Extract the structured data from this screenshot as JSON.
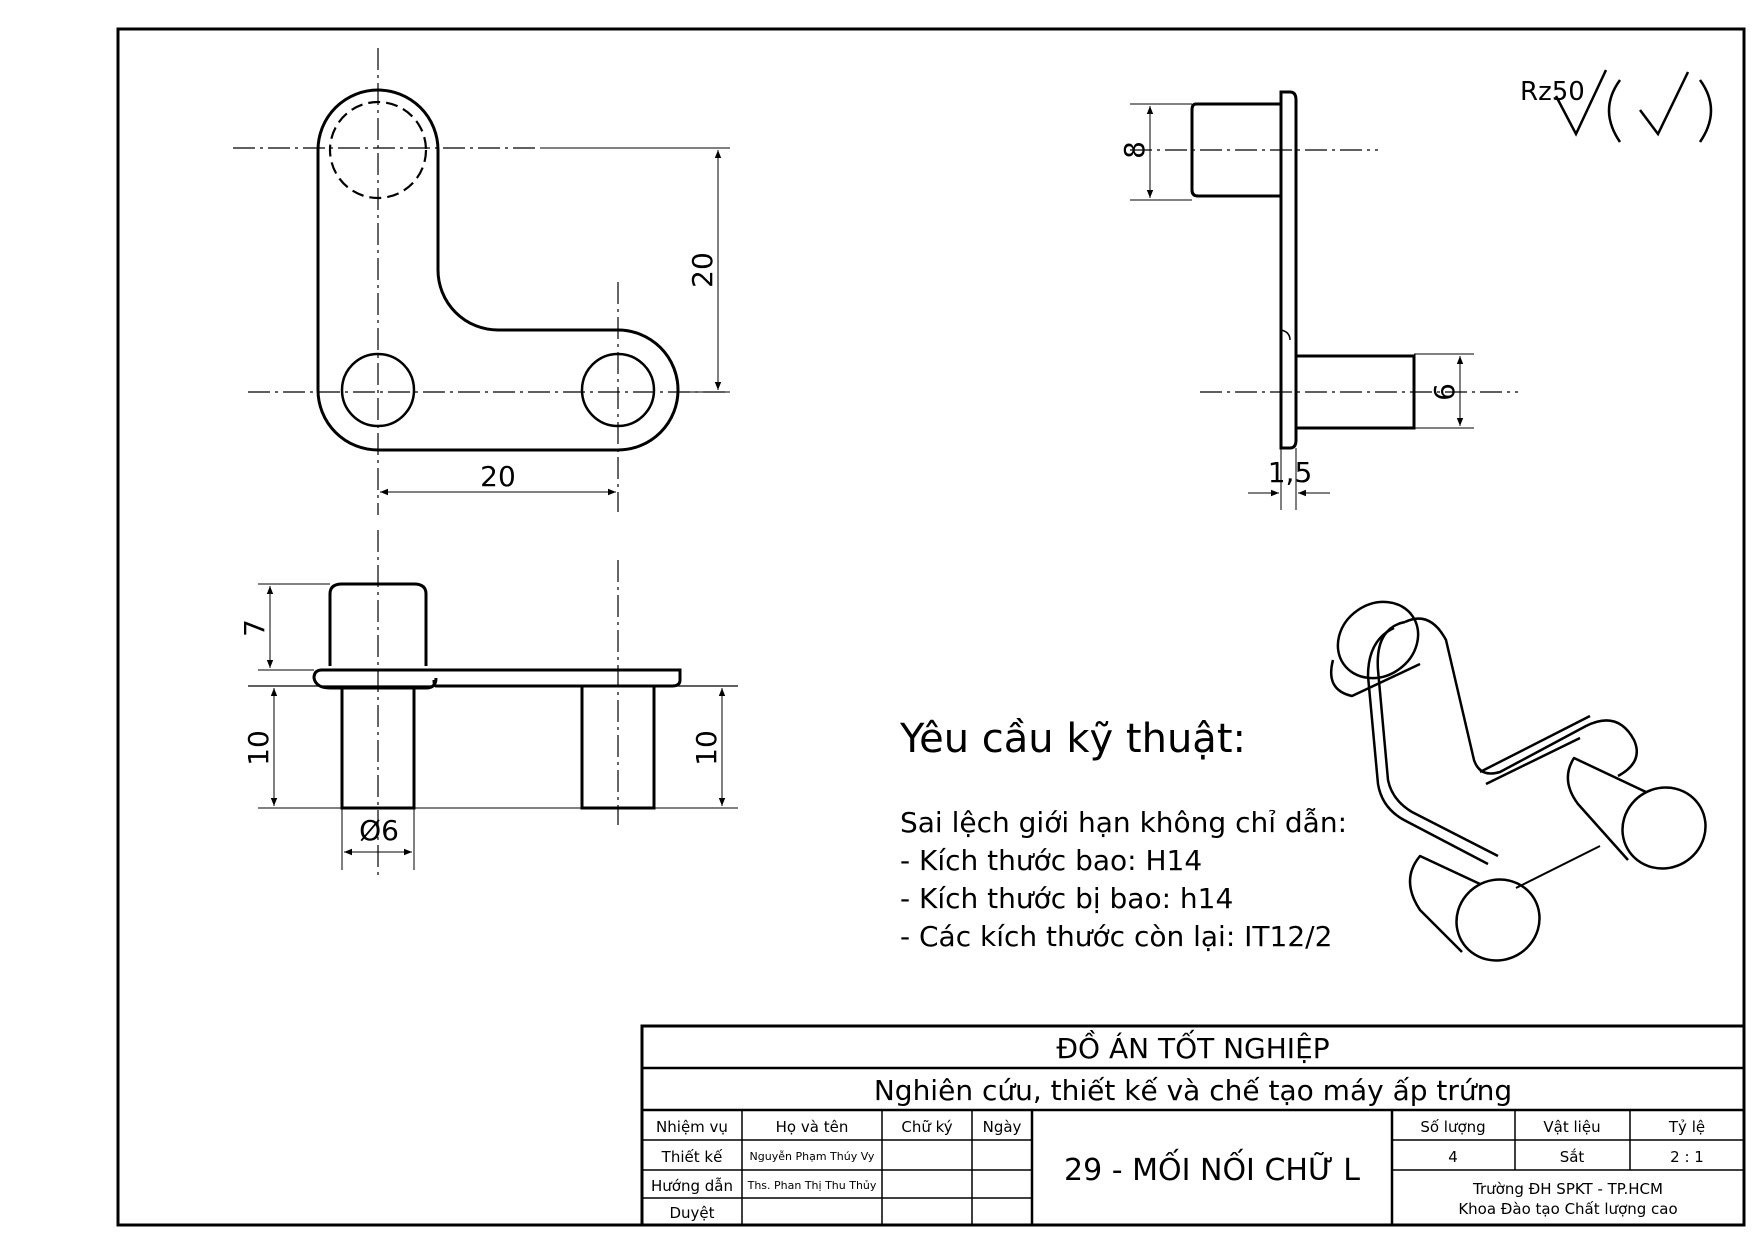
{
  "views": {
    "top": {
      "dim_height": "20",
      "dim_width": "20"
    },
    "front": {
      "dim_boss": "7",
      "dim_pin_left": "10",
      "dim_pin_right": "10",
      "dim_dia": "Ø6"
    },
    "side": {
      "dim_boss": "8",
      "dim_pin": "6",
      "dim_thickness": "1,5"
    }
  },
  "surface_finish": {
    "label": "Rz50"
  },
  "notes": {
    "heading": "Yêu cầu kỹ thuật:",
    "lines": [
      "Sai lệch giới hạn không chỉ dẫn:",
      "- Kích thước bao: H14",
      "- Kích thước bị bao: h14",
      "- Các kích thước còn lại: IT12/2"
    ]
  },
  "title_block": {
    "project": "ĐỒ ÁN TỐT NGHIỆP",
    "subject": "Nghiên cứu, thiết kế và chế tạo máy ấp trứng",
    "headers": [
      "Nhiệm vụ",
      "Họ và tên",
      "Chữ ký",
      "Ngày"
    ],
    "rows": [
      {
        "role": "Thiết kế",
        "name": "Nguyễn Phạm Thúy Vy"
      },
      {
        "role": "Hướng dẫn",
        "name": "Ths. Phan Thị Thu Thủy"
      },
      {
        "role": "Duyệt",
        "name": ""
      }
    ],
    "part_name": "29 - MỐI NỐI CHỮ L",
    "spec_headers": [
      "Số lượng",
      "Vật liệu",
      "Tỷ lệ"
    ],
    "spec_values": [
      "4",
      "Sắt",
      "2 : 1"
    ],
    "school": "Trường ĐH SPKT - TP.HCM",
    "faculty": "Khoa Đào tạo Chất lượng cao"
  }
}
